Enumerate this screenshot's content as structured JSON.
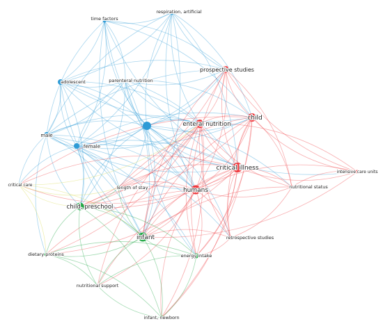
{
  "clusters": {
    "blue": "#2e9bd6",
    "red": "#ee3b40",
    "green": "#20a845",
    "yellow": "#d7da4a"
  },
  "nodes": [
    {
      "id": "time-factors",
      "label": "time factors",
      "cluster": "blue"
    },
    {
      "id": "respiration-artificial",
      "label": "respiration, artificial",
      "cluster": "blue"
    },
    {
      "id": "adolescent",
      "label": "adolescent",
      "cluster": "blue"
    },
    {
      "id": "parenteral-nutrition",
      "label": "parenteral nutrition",
      "cluster": "blue"
    },
    {
      "id": "male",
      "label": "male",
      "cluster": "blue"
    },
    {
      "id": "female",
      "label": "female",
      "cluster": "blue"
    },
    {
      "id": "blue-hub",
      "label": "",
      "cluster": "blue"
    },
    {
      "id": "prospective-studies",
      "label": "prospective studies",
      "cluster": "red"
    },
    {
      "id": "enteral-nutrition",
      "label": "enteral nutrition",
      "cluster": "red"
    },
    {
      "id": "child",
      "label": "child",
      "cluster": "red"
    },
    {
      "id": "critical-illness",
      "label": "critical illness",
      "cluster": "red"
    },
    {
      "id": "intensive-care-units",
      "label": "intensive care units",
      "cluster": "red"
    },
    {
      "id": "nutritional-status",
      "label": "nutritional status",
      "cluster": "red"
    },
    {
      "id": "humans",
      "label": "humans",
      "cluster": "red"
    },
    {
      "id": "retrospective-studies",
      "label": "retrospective studies",
      "cluster": "red"
    },
    {
      "id": "critical-care",
      "label": "critical care",
      "cluster": "yellow"
    },
    {
      "id": "length-of-stay",
      "label": "length of stay",
      "cluster": "green"
    },
    {
      "id": "child-preschool",
      "label": "child, preschool",
      "cluster": "green"
    },
    {
      "id": "infant",
      "label": "infant",
      "cluster": "green"
    },
    {
      "id": "dietary-proteins",
      "label": "dietary proteins",
      "cluster": "green"
    },
    {
      "id": "energy-intake",
      "label": "energy intake",
      "cluster": "green"
    },
    {
      "id": "nutritional-support",
      "label": "nutritional support",
      "cluster": "green"
    },
    {
      "id": "infant-newborn",
      "label": "infant, newborn",
      "cluster": "green"
    }
  ],
  "links": [
    [
      "time-factors",
      "respiration-artificial"
    ],
    [
      "time-factors",
      "adolescent"
    ],
    [
      "time-factors",
      "male"
    ],
    [
      "time-factors",
      "female"
    ],
    [
      "time-factors",
      "blue-hub"
    ],
    [
      "time-factors",
      "child"
    ],
    [
      "time-factors",
      "humans"
    ],
    [
      "time-factors",
      "prospective-studies"
    ],
    [
      "time-factors",
      "infant"
    ],
    [
      "time-factors",
      "parenteral-nutrition"
    ],
    [
      "time-factors",
      "critical-illness"
    ],
    [
      "respiration-artificial",
      "adolescent"
    ],
    [
      "respiration-artificial",
      "male"
    ],
    [
      "respiration-artificial",
      "female"
    ],
    [
      "respiration-artificial",
      "blue-hub"
    ],
    [
      "respiration-artificial",
      "child"
    ],
    [
      "respiration-artificial",
      "prospective-studies"
    ],
    [
      "respiration-artificial",
      "critical-illness"
    ],
    [
      "respiration-artificial",
      "humans"
    ],
    [
      "respiration-artificial",
      "infant"
    ],
    [
      "respiration-artificial",
      "enteral-nutrition"
    ],
    [
      "adolescent",
      "male"
    ],
    [
      "adolescent",
      "female"
    ],
    [
      "adolescent",
      "blue-hub"
    ],
    [
      "adolescent",
      "child"
    ],
    [
      "adolescent",
      "humans"
    ],
    [
      "adolescent",
      "critical-illness"
    ],
    [
      "adolescent",
      "enteral-nutrition"
    ],
    [
      "adolescent",
      "parenteral-nutrition"
    ],
    [
      "adolescent",
      "child-preschool"
    ],
    [
      "adolescent",
      "infant"
    ],
    [
      "adolescent",
      "prospective-studies"
    ],
    [
      "parenteral-nutrition",
      "blue-hub"
    ],
    [
      "parenteral-nutrition",
      "male"
    ],
    [
      "parenteral-nutrition",
      "female"
    ],
    [
      "parenteral-nutrition",
      "child"
    ],
    [
      "parenteral-nutrition",
      "enteral-nutrition"
    ],
    [
      "parenteral-nutrition",
      "critical-illness"
    ],
    [
      "parenteral-nutrition",
      "humans"
    ],
    [
      "parenteral-nutrition",
      "infant"
    ],
    [
      "parenteral-nutrition",
      "prospective-studies"
    ],
    [
      "parenteral-nutrition",
      "child-preschool"
    ],
    [
      "male",
      "female"
    ],
    [
      "male",
      "blue-hub"
    ],
    [
      "male",
      "child"
    ],
    [
      "male",
      "humans"
    ],
    [
      "male",
      "critical-illness"
    ],
    [
      "male",
      "enteral-nutrition"
    ],
    [
      "male",
      "child-preschool"
    ],
    [
      "male",
      "infant"
    ],
    [
      "male",
      "critical-care"
    ],
    [
      "male",
      "length-of-stay"
    ],
    [
      "male",
      "dietary-proteins"
    ],
    [
      "male",
      "prospective-studies"
    ],
    [
      "female",
      "blue-hub"
    ],
    [
      "female",
      "child"
    ],
    [
      "female",
      "humans"
    ],
    [
      "female",
      "critical-illness"
    ],
    [
      "female",
      "enteral-nutrition"
    ],
    [
      "female",
      "child-preschool"
    ],
    [
      "female",
      "infant"
    ],
    [
      "female",
      "length-of-stay"
    ],
    [
      "female",
      "critical-care"
    ],
    [
      "female",
      "energy-intake"
    ],
    [
      "female",
      "prospective-studies"
    ],
    [
      "female",
      "retrospective-studies"
    ],
    [
      "blue-hub",
      "child"
    ],
    [
      "blue-hub",
      "humans"
    ],
    [
      "blue-hub",
      "critical-illness"
    ],
    [
      "blue-hub",
      "enteral-nutrition"
    ],
    [
      "blue-hub",
      "child-preschool"
    ],
    [
      "blue-hub",
      "infant"
    ],
    [
      "blue-hub",
      "prospective-studies"
    ],
    [
      "blue-hub",
      "length-of-stay"
    ],
    [
      "blue-hub",
      "energy-intake"
    ],
    [
      "blue-hub",
      "nutritional-status"
    ],
    [
      "blue-hub",
      "intensive-care-units"
    ],
    [
      "blue-hub",
      "retrospective-studies"
    ],
    [
      "prospective-studies",
      "child"
    ],
    [
      "prospective-studies",
      "enteral-nutrition"
    ],
    [
      "prospective-studies",
      "critical-illness"
    ],
    [
      "prospective-studies",
      "humans"
    ],
    [
      "prospective-studies",
      "infant"
    ],
    [
      "prospective-studies",
      "child-preschool"
    ],
    [
      "prospective-studies",
      "energy-intake"
    ],
    [
      "prospective-studies",
      "nutritional-status"
    ],
    [
      "prospective-studies",
      "intensive-care-units"
    ],
    [
      "enteral-nutrition",
      "child"
    ],
    [
      "enteral-nutrition",
      "critical-illness"
    ],
    [
      "enteral-nutrition",
      "humans"
    ],
    [
      "enteral-nutrition",
      "infant"
    ],
    [
      "enteral-nutrition",
      "child-preschool"
    ],
    [
      "enteral-nutrition",
      "energy-intake"
    ],
    [
      "enteral-nutrition",
      "length-of-stay"
    ],
    [
      "enteral-nutrition",
      "nutritional-status"
    ],
    [
      "enteral-nutrition",
      "intensive-care-units"
    ],
    [
      "enteral-nutrition",
      "retrospective-studies"
    ],
    [
      "enteral-nutrition",
      "dietary-proteins"
    ],
    [
      "enteral-nutrition",
      "nutritional-support"
    ],
    [
      "enteral-nutrition",
      "infant-newborn"
    ],
    [
      "child",
      "critical-illness"
    ],
    [
      "child",
      "humans"
    ],
    [
      "child",
      "infant"
    ],
    [
      "child",
      "child-preschool"
    ],
    [
      "child",
      "intensive-care-units"
    ],
    [
      "child",
      "nutritional-status"
    ],
    [
      "child",
      "retrospective-studies"
    ],
    [
      "child",
      "energy-intake"
    ],
    [
      "child",
      "length-of-stay"
    ],
    [
      "child",
      "infant-newborn"
    ],
    [
      "child",
      "critical-care"
    ],
    [
      "critical-illness",
      "humans"
    ],
    [
      "critical-illness",
      "infant"
    ],
    [
      "critical-illness",
      "child-preschool"
    ],
    [
      "critical-illness",
      "intensive-care-units"
    ],
    [
      "critical-illness",
      "nutritional-status"
    ],
    [
      "critical-illness",
      "retrospective-studies"
    ],
    [
      "critical-illness",
      "energy-intake"
    ],
    [
      "critical-illness",
      "length-of-stay"
    ],
    [
      "critical-illness",
      "dietary-proteins"
    ],
    [
      "critical-illness",
      "nutritional-support"
    ],
    [
      "critical-illness",
      "infant-newborn"
    ],
    [
      "critical-illness",
      "critical-care"
    ],
    [
      "humans",
      "infant"
    ],
    [
      "humans",
      "child-preschool"
    ],
    [
      "humans",
      "energy-intake"
    ],
    [
      "humans",
      "length-of-stay"
    ],
    [
      "humans",
      "retrospective-studies"
    ],
    [
      "humans",
      "nutritional-status"
    ],
    [
      "humans",
      "intensive-care-units"
    ],
    [
      "humans",
      "dietary-proteins"
    ],
    [
      "humans",
      "nutritional-support"
    ],
    [
      "humans",
      "infant-newborn"
    ],
    [
      "humans",
      "critical-care"
    ],
    [
      "intensive-care-units",
      "nutritional-status"
    ],
    [
      "intensive-care-units",
      "infant"
    ],
    [
      "nutritional-status",
      "infant"
    ],
    [
      "nutritional-status",
      "retrospective-studies"
    ],
    [
      "retrospective-studies",
      "infant"
    ],
    [
      "retrospective-studies",
      "energy-intake"
    ],
    [
      "critical-care",
      "child-preschool"
    ],
    [
      "critical-care",
      "infant"
    ],
    [
      "critical-care",
      "length-of-stay"
    ],
    [
      "critical-care",
      "dietary-proteins"
    ],
    [
      "critical-care",
      "enteral-nutrition"
    ],
    [
      "length-of-stay",
      "child-preschool"
    ],
    [
      "length-of-stay",
      "infant"
    ],
    [
      "child-preschool",
      "infant"
    ],
    [
      "child-preschool",
      "dietary-proteins"
    ],
    [
      "child-preschool",
      "energy-intake"
    ],
    [
      "child-preschool",
      "nutritional-support"
    ],
    [
      "child-preschool",
      "infant-newborn"
    ],
    [
      "infant",
      "energy-intake"
    ],
    [
      "infant",
      "dietary-proteins"
    ],
    [
      "infant",
      "nutritional-support"
    ],
    [
      "infant",
      "infant-newborn"
    ],
    [
      "energy-intake",
      "nutritional-support"
    ],
    [
      "energy-intake",
      "infant-newborn"
    ],
    [
      "energy-intake",
      "dietary-proteins"
    ],
    [
      "dietary-proteins",
      "nutritional-support"
    ],
    [
      "nutritional-support",
      "infant-newborn"
    ],
    [
      "dietary-proteins",
      "infant-newborn"
    ]
  ]
}
